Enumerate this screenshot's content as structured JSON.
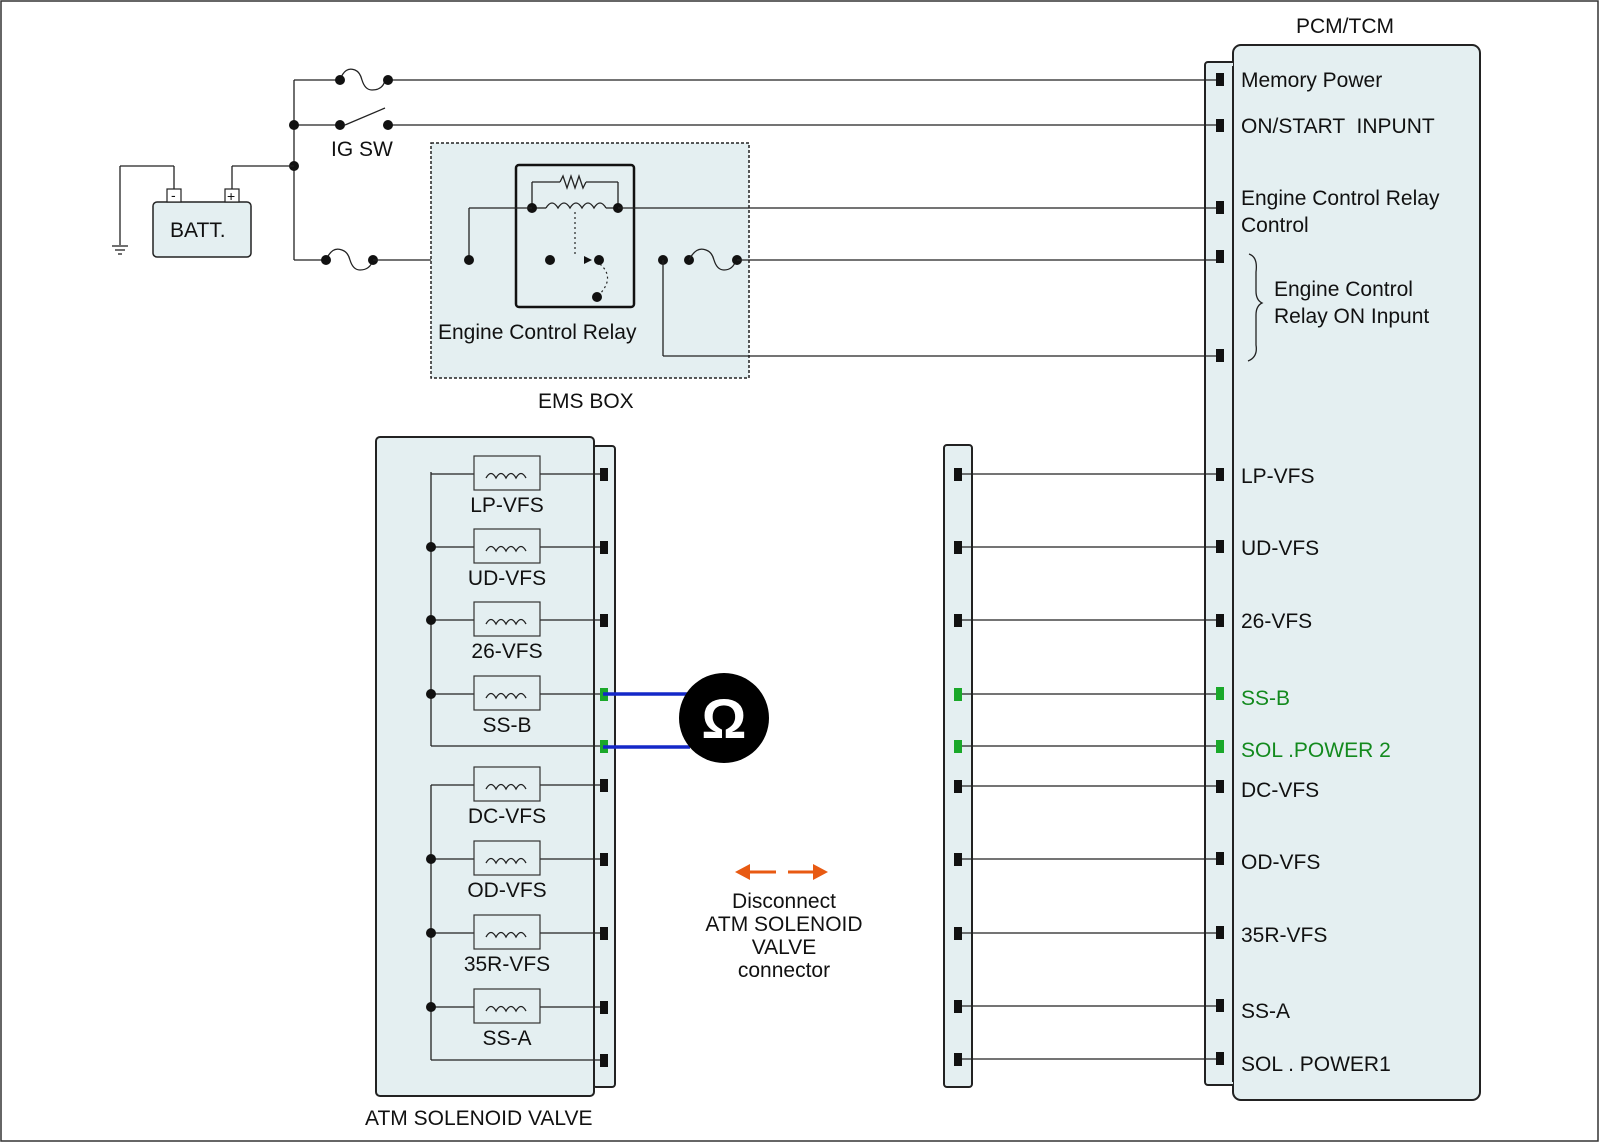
{
  "pcm": {
    "title": "PCM/TCM",
    "pins": {
      "memory_power": "Memory Power",
      "on_start": "ON/START  INPUNT",
      "ecr_control_1": "Engine Control Relay",
      "ecr_control_2": "Control",
      "ecr_on_1": "Engine Control",
      "ecr_on_2": "Relay ON Inpunt",
      "lp_vfs": "LP-VFS",
      "ud_vfs": "UD-VFS",
      "vfs_26": "26-VFS",
      "ss_b": "SS-B",
      "sol_power2": "SOL .POWER 2",
      "dc_vfs": "DC-VFS",
      "od_vfs": "OD-VFS",
      "vfs_35r": "35R-VFS",
      "ss_a": "SS-A",
      "sol_power1": "SOL . POWER1"
    }
  },
  "battery": {
    "label": "BATT.",
    "minus": "-",
    "plus": "+"
  },
  "ig_switch": {
    "label": "IG SW"
  },
  "ems_box": {
    "label": "EMS BOX",
    "relay_label": "Engine Control Relay"
  },
  "solenoid_valve": {
    "label": "ATM SOLENOID VALVE",
    "coils": [
      "LP-VFS",
      "UD-VFS",
      "26-VFS",
      "SS-B",
      "DC-VFS",
      "OD-VFS",
      "35R-VFS",
      "SS-A"
    ]
  },
  "meter": {
    "symbol": "Ω"
  },
  "instruction": {
    "line1": "Disconnect",
    "line2": "ATM SOLENOID",
    "line3": "VALVE",
    "line4": "connector"
  },
  "colors": {
    "accent_green": "#138a1e",
    "probe_blue": "#1428c8",
    "arrow_orange": "#e85a12"
  }
}
